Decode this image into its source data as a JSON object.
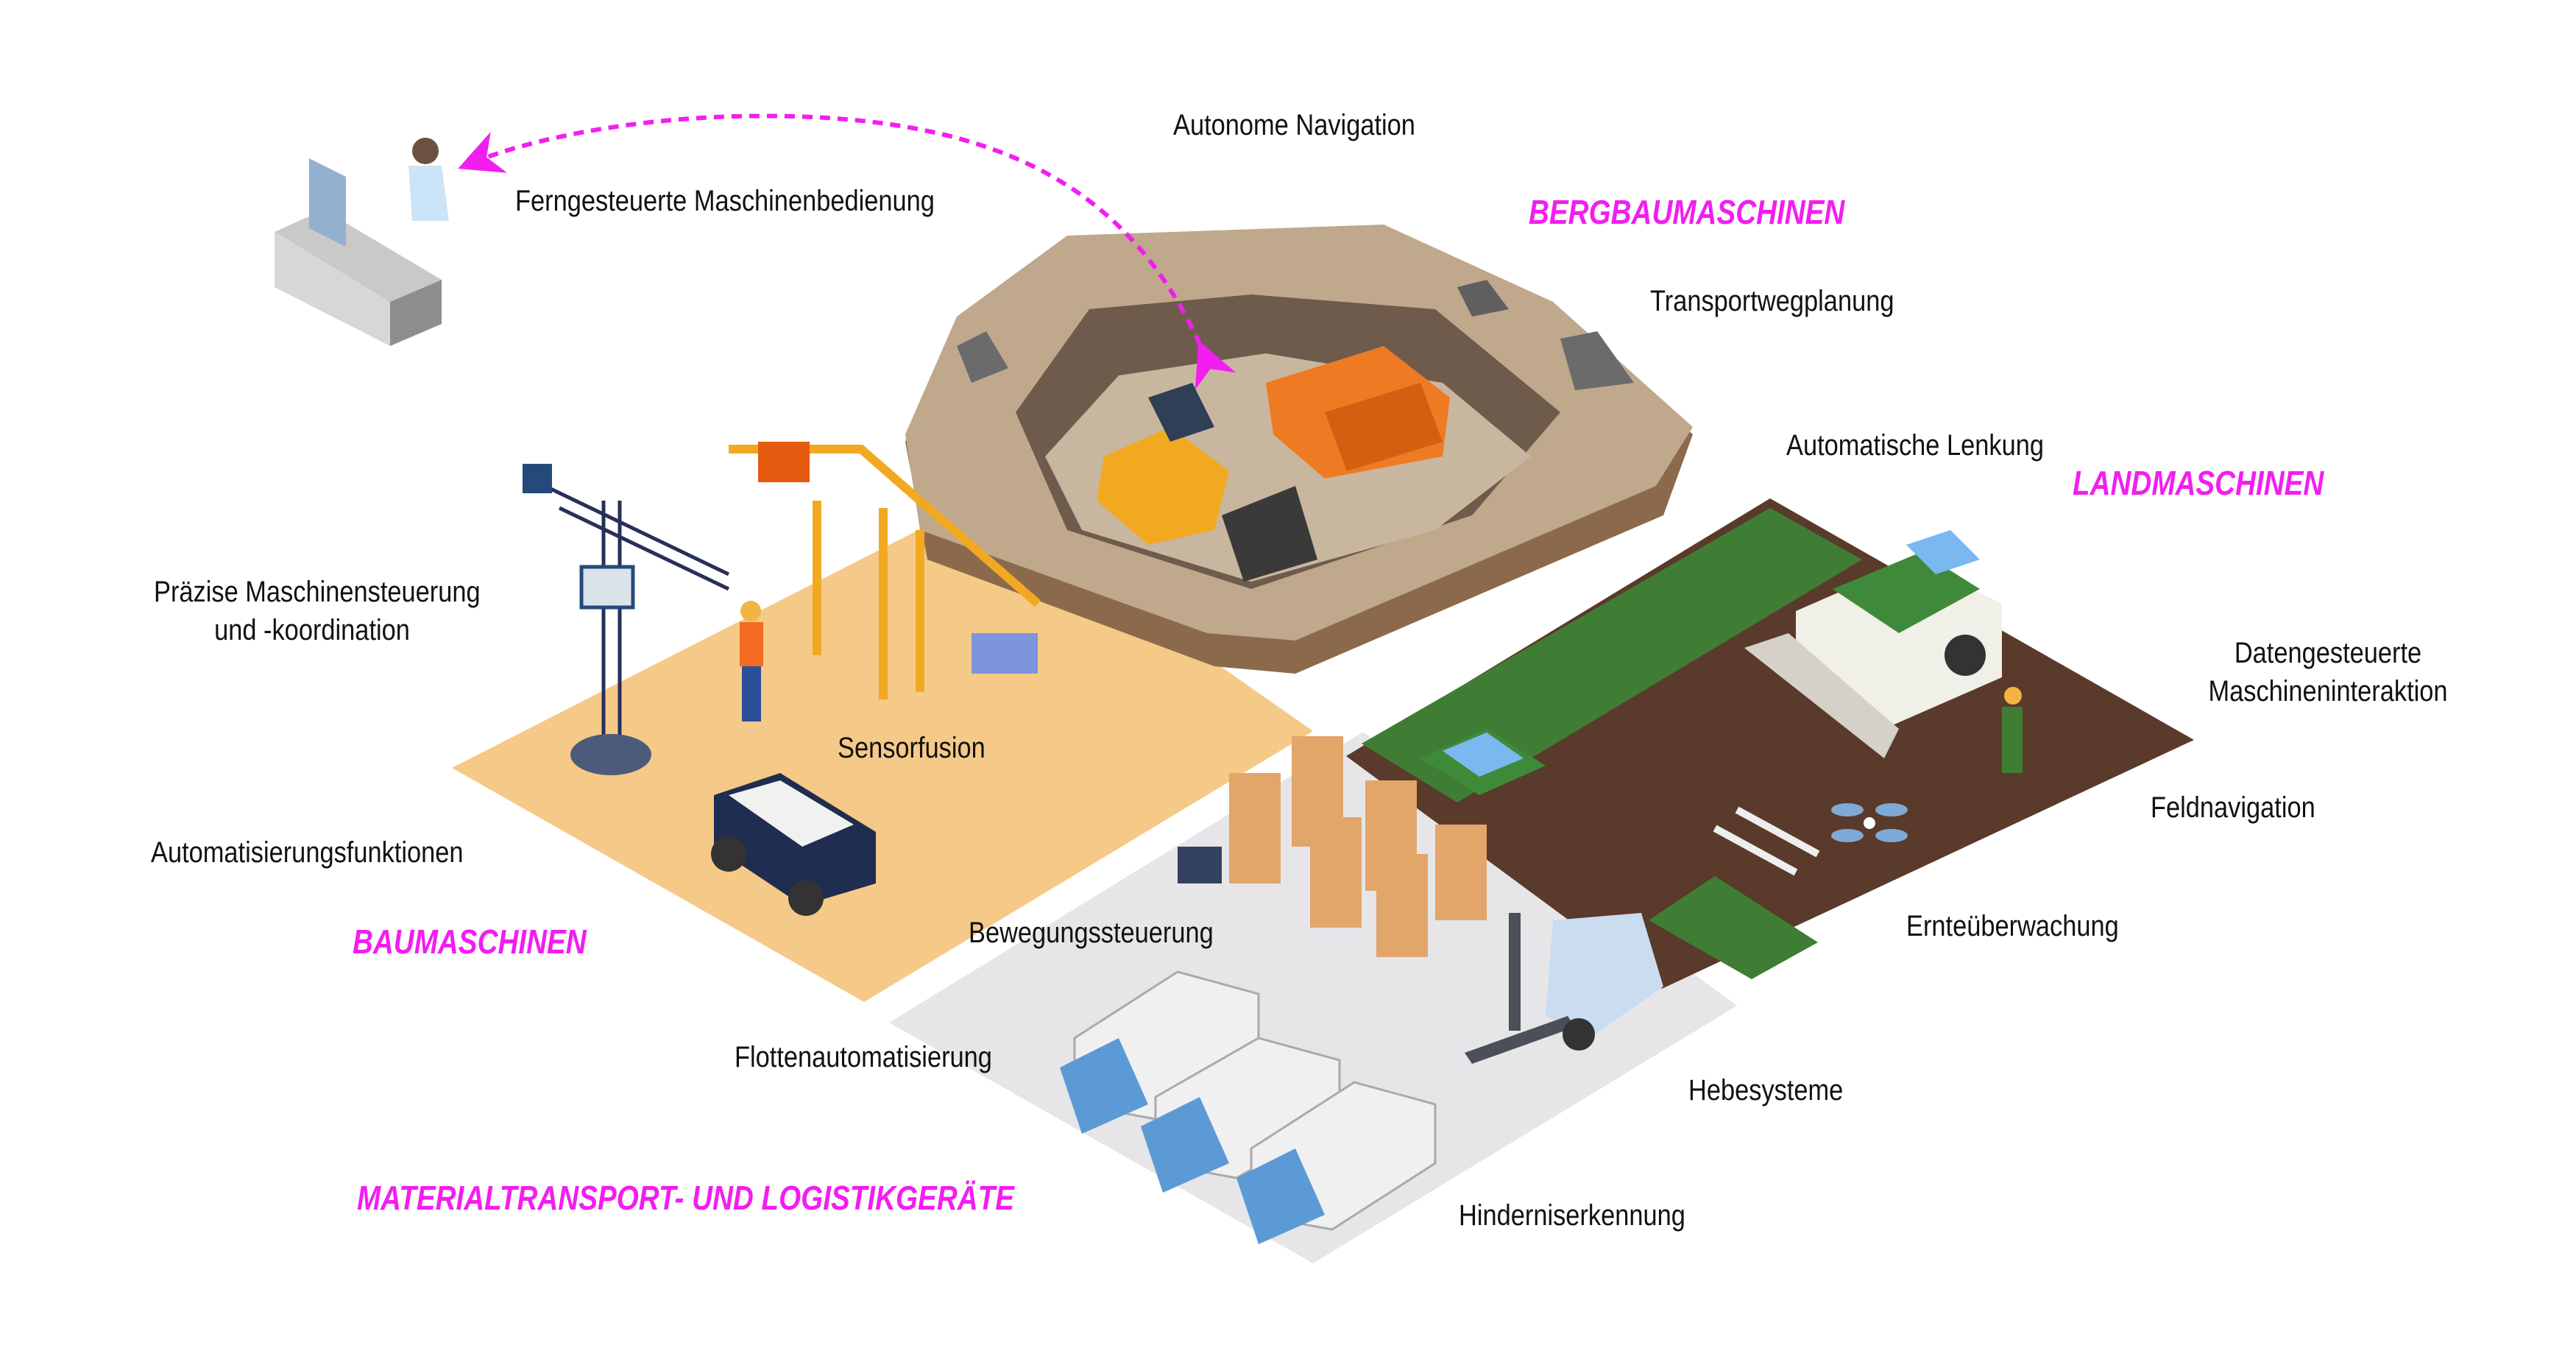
{
  "categories": {
    "mining": "BERGBAUMASCHINEN",
    "agriculture": "LANDMASCHINEN",
    "construction": "BAUMASCHINEN",
    "logistics": "MATERIALTRANSPORT- UND LOGISTIKGERÄTE"
  },
  "labels": {
    "autonomous_navigation": "Autonome Navigation",
    "remote_operation": "Ferngesteuerte Maschinenbedienung",
    "route_planning": "Transportwegplanung",
    "automatic_steering": "Automatische Lenkung",
    "precise_control_1": "Präzise Maschinensteuerung",
    "precise_control_2": "und -koordination",
    "data_driven_1": "Datengesteuerte",
    "data_driven_2": "Maschineninteraktion",
    "sensor_fusion": "Sensorfusion",
    "automation_functions": "Automatisierungsfunktionen",
    "field_navigation": "Feldnavigation",
    "motion_control": "Bewegungssteuerung",
    "harvest_monitoring": "Ernteüberwachung",
    "fleet_automation": "Flottenautomatisierung",
    "lifting_systems": "Hebesysteme",
    "obstacle_detection": "Hinderniserkennung"
  },
  "colors": {
    "accent": "#f21ef0",
    "sand": "#f5c987",
    "field": "#5a3a2a",
    "mine": "#bfa88c",
    "warehouse": "#e6e6e8"
  }
}
